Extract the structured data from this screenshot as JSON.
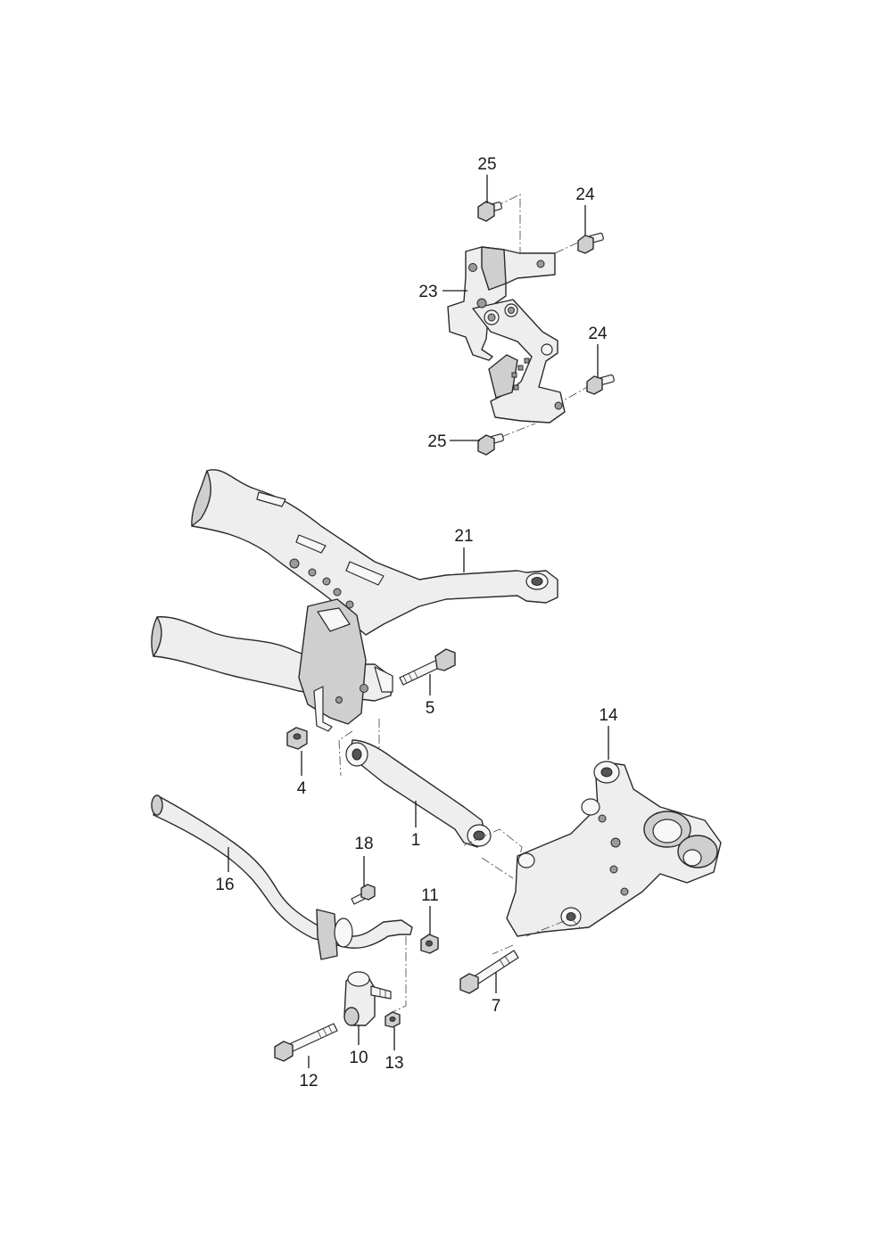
{
  "labels": {
    "l1": "1",
    "l4": "4",
    "l5": "5",
    "l7": "7",
    "l10": "10",
    "l11": "11",
    "l12": "12",
    "l13": "13",
    "l14": "14",
    "l16": "16",
    "l18": "18",
    "l21": "21",
    "l23": "23",
    "l24a": "24",
    "l24b": "24",
    "l25a": "25",
    "l25b": "25"
  },
  "colors": {
    "line": "#2a2a2a",
    "fill": "#eeeeee",
    "shade": "#cfcfcf"
  }
}
